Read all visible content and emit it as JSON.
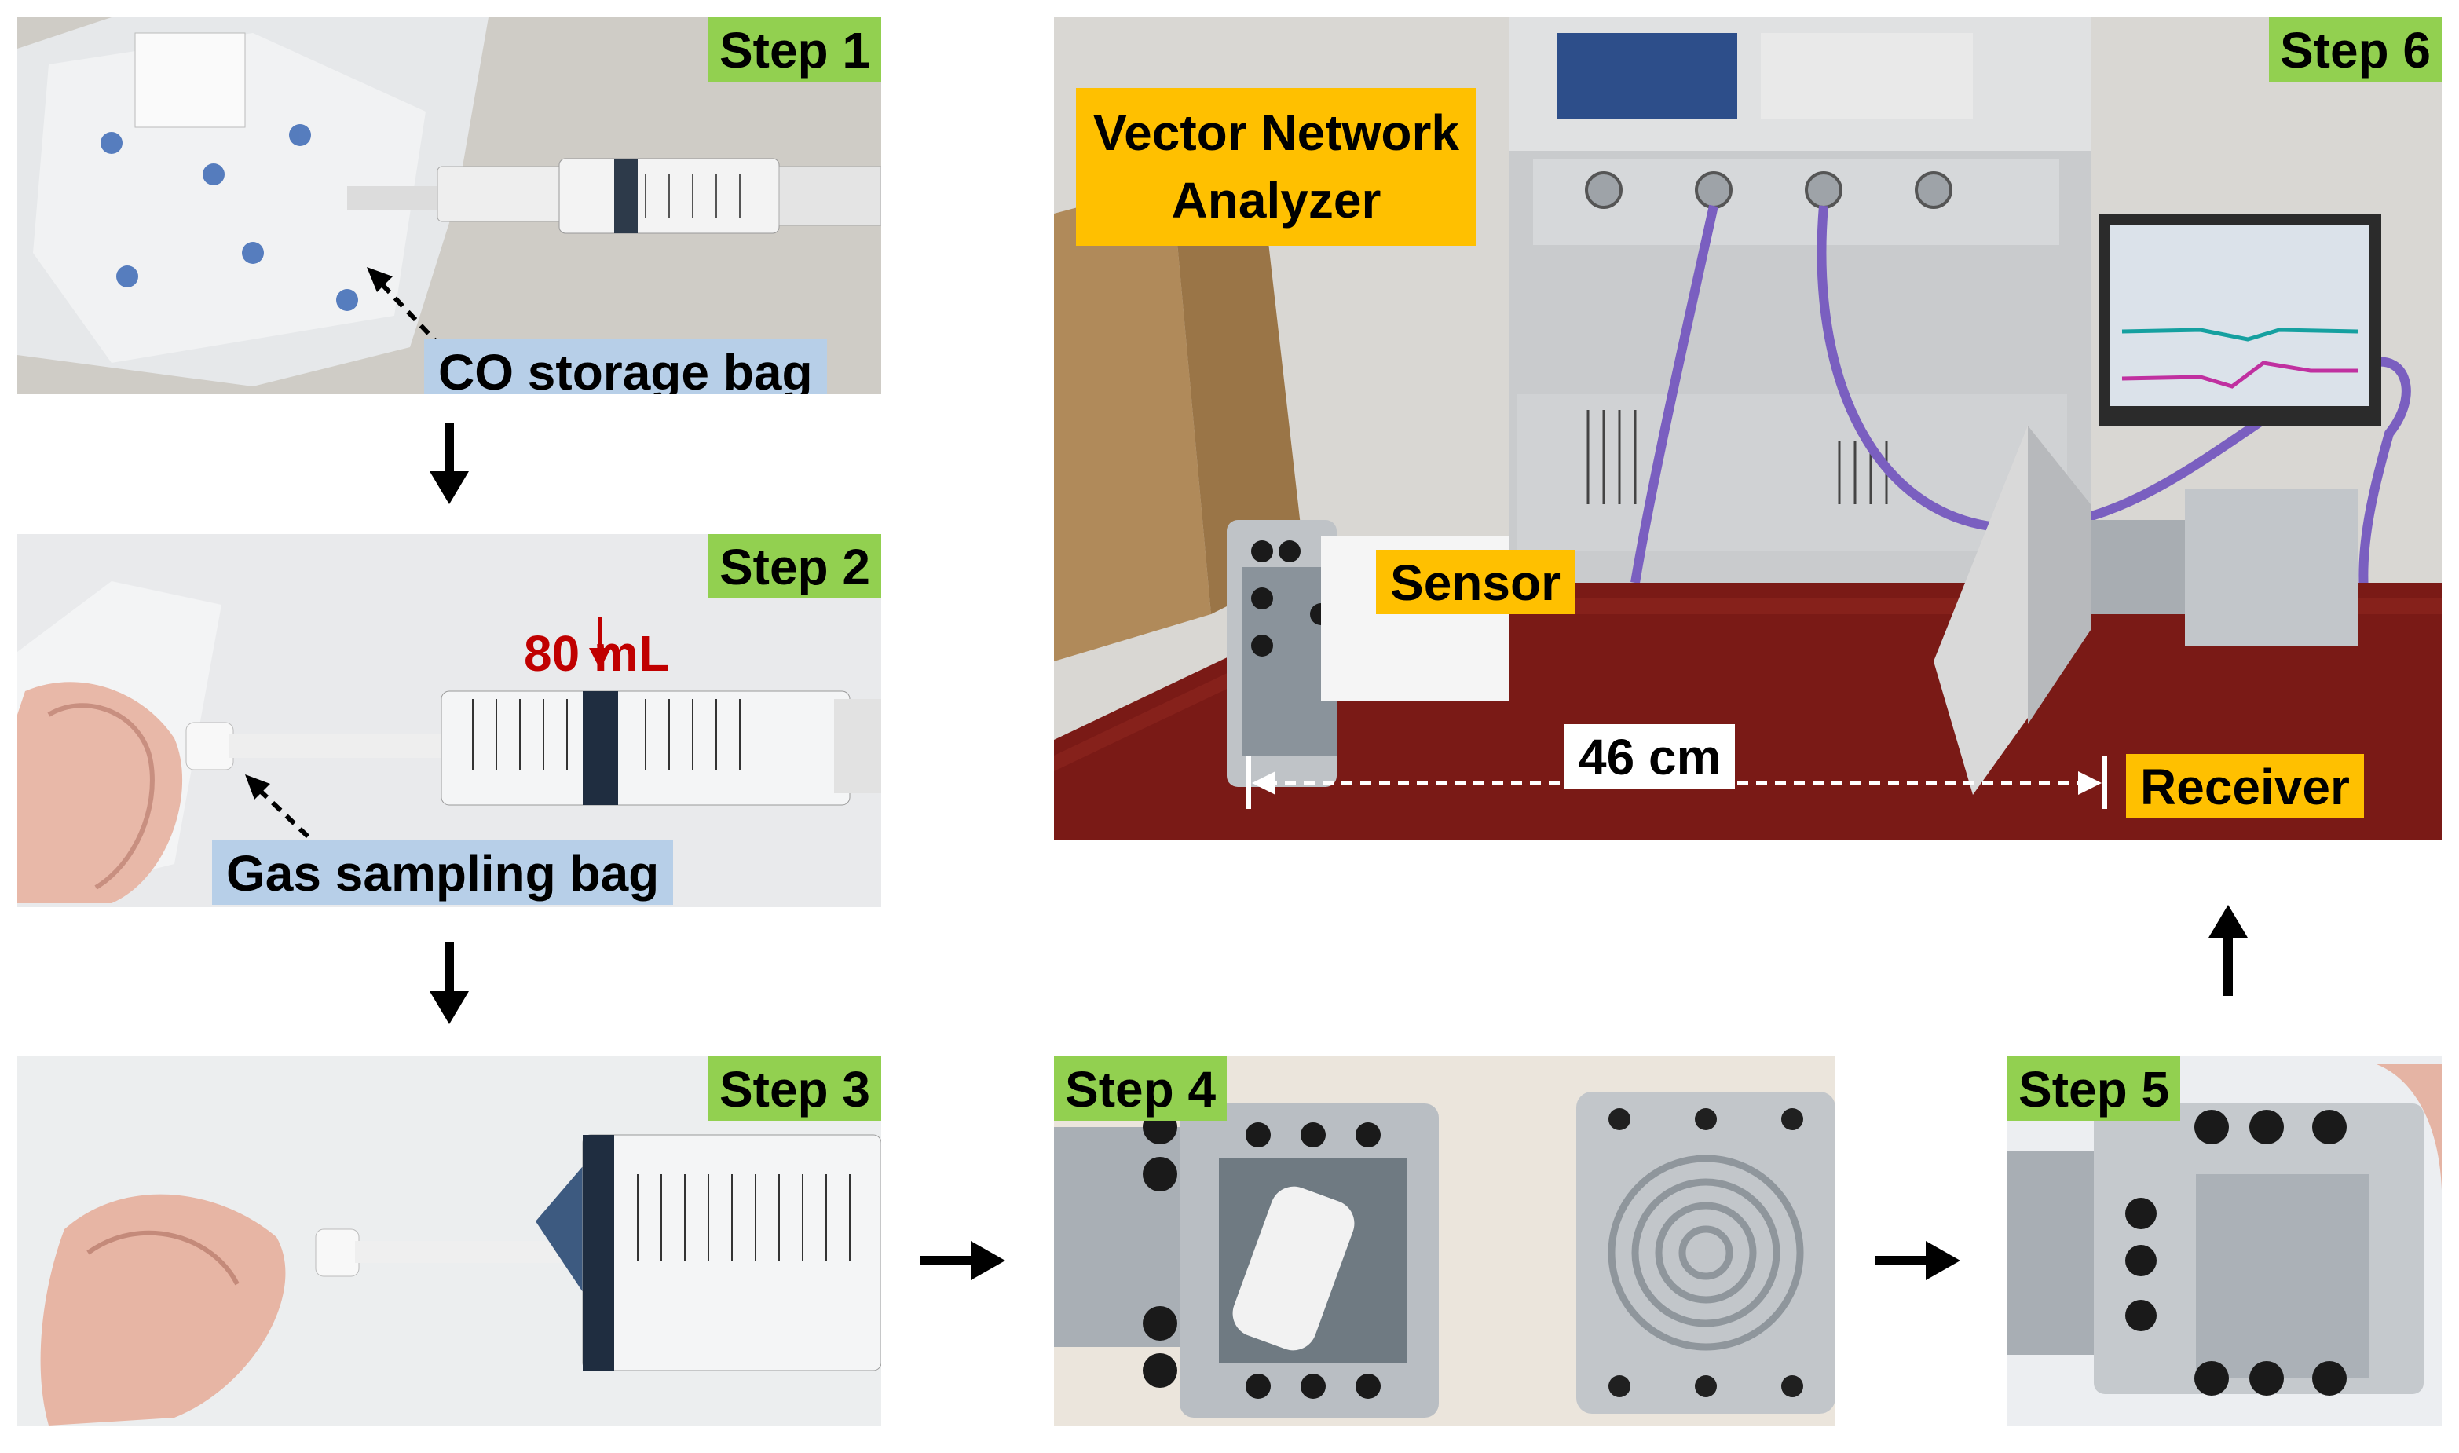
{
  "steps": {
    "s1": "Step 1",
    "s2": "Step 2",
    "s3": "Step 3",
    "s4": "Step 4",
    "s5": "Step 5",
    "s6": "Step 6"
  },
  "labels": {
    "co_bag": "CO storage bag",
    "gas_bag": "Gas sampling bag",
    "volume": "80 mL",
    "vna_line1": "Vector Network",
    "vna_line2": "Analyzer",
    "sensor": "Sensor",
    "distance": "46 cm",
    "receiver": "Receiver"
  },
  "colors": {
    "step_tag": "#92d050",
    "bag_label": "#b7cfe8",
    "equipment_label": "#ffc000",
    "volume_text": "#c00000",
    "table": "#7a1a16"
  }
}
